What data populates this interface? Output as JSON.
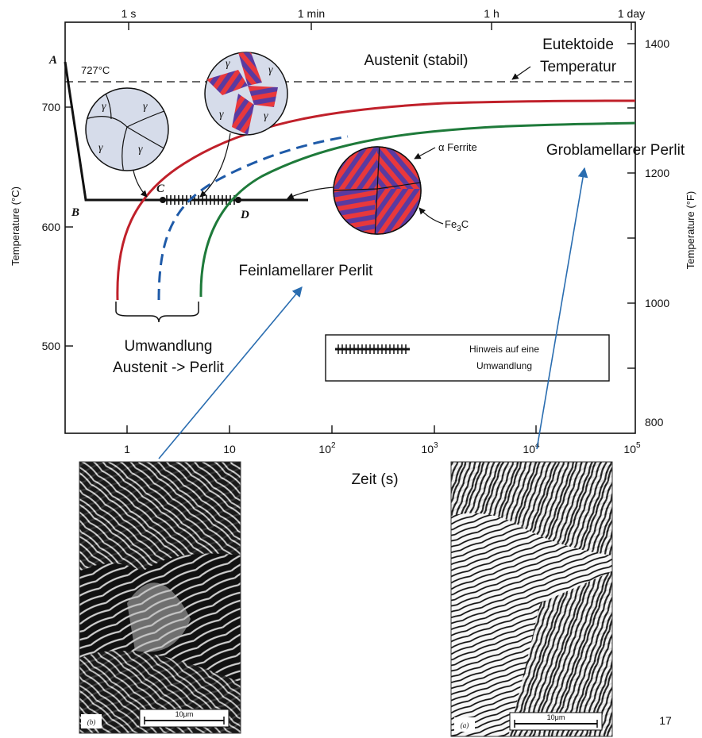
{
  "top_axis": {
    "ticks": [
      "1 s",
      "1 min",
      "1 h",
      "1 day"
    ]
  },
  "bottom_axis": {
    "label": "Zeit (s)",
    "ticks": [
      {
        "base": "1",
        "exp": ""
      },
      {
        "base": "10",
        "exp": ""
      },
      {
        "base": "10",
        "exp": "2"
      },
      {
        "base": "10",
        "exp": "3"
      },
      {
        "base": "10",
        "exp": "4"
      },
      {
        "base": "10",
        "exp": "5"
      }
    ]
  },
  "left_axis": {
    "label": "Temperature (°C)",
    "ticks": [
      "700",
      "600",
      "500"
    ]
  },
  "right_axis": {
    "label": "Temperature (°F)",
    "ticks": [
      "1400",
      "1200",
      "1000",
      "800"
    ]
  },
  "labels": {
    "austenit_stabil": "Austenit (stabil)",
    "eutektoide_1": "Eutektoide",
    "eutektoide_2": "Temperatur",
    "temp_727": "727°C",
    "point_a": "A",
    "point_b": "B",
    "point_c": "C",
    "point_d": "D",
    "alpha_ferrite": "α Ferrite",
    "fe3c_base": "Fe",
    "fe3c_sub": "3",
    "fe3c_tail": "C",
    "gamma": "γ",
    "grob": "Groblamellarer Perlit",
    "fein": "Feinlamellarer Perlit",
    "umwandlung_1": "Umwandlung",
    "umwandlung_2": "Austenit -> Perlit"
  },
  "legend": {
    "line1": "Hinweis auf eine",
    "line2": "Umwandlung"
  },
  "micrographs": {
    "left": {
      "tag": "(b)",
      "scale": "10μm"
    },
    "right": {
      "tag": "(a)",
      "scale": "10μm"
    }
  },
  "page_number": "17",
  "colors": {
    "red_curve": "#c0202a",
    "blue_curve": "#1e5aa8",
    "green_curve": "#1e7a3a",
    "arrow": "#2a6db0"
  }
}
